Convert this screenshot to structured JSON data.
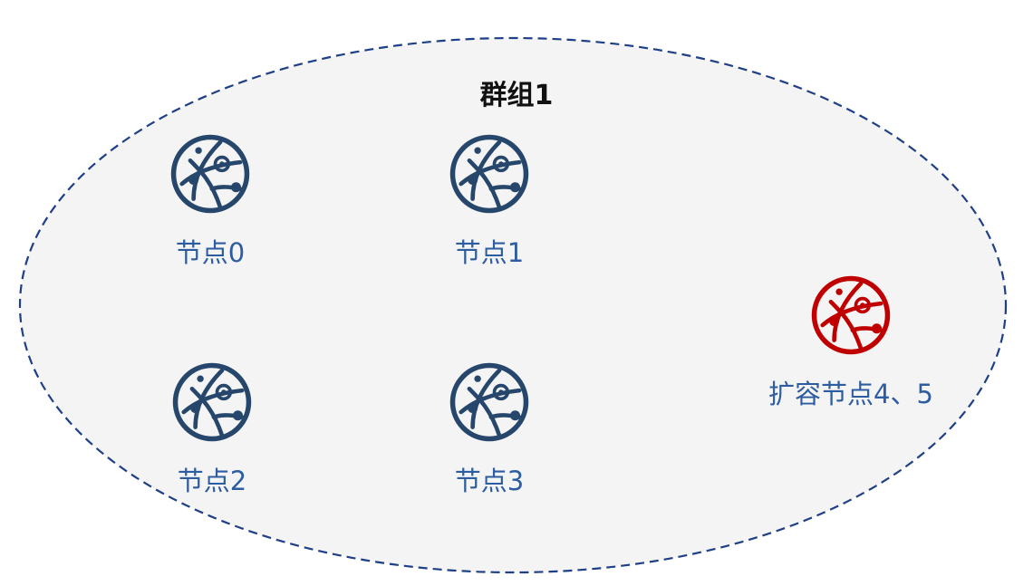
{
  "group": {
    "title": "群组1",
    "border_color": "#1f3f86",
    "fill_color": "#f4f4f4"
  },
  "nodes": [
    {
      "id": "node-0",
      "label": "节点0",
      "icon": "globe-network-icon",
      "color": "#26476b",
      "label_color": "#2d5da0"
    },
    {
      "id": "node-1",
      "label": "节点1",
      "icon": "globe-network-icon",
      "color": "#26476b",
      "label_color": "#2d5da0"
    },
    {
      "id": "node-2",
      "label": "节点2",
      "icon": "globe-network-icon",
      "color": "#26476b",
      "label_color": "#2d5da0"
    },
    {
      "id": "node-3",
      "label": "节点3",
      "icon": "globe-network-icon",
      "color": "#26476b",
      "label_color": "#2d5da0"
    },
    {
      "id": "node-expansion",
      "label": "扩容节点4、5",
      "icon": "globe-network-icon",
      "color": "#c00000",
      "label_color": "#2d5da0"
    }
  ]
}
